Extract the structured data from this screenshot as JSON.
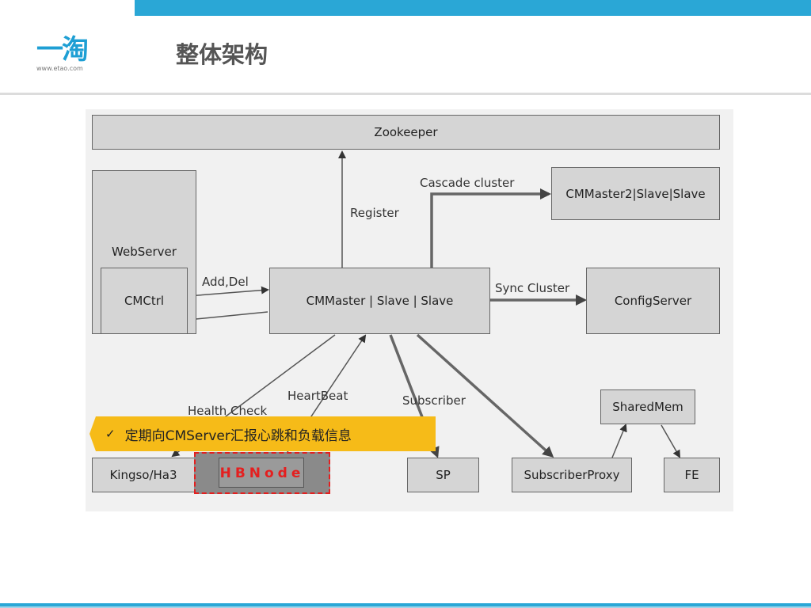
{
  "header": {
    "logo_text": "一淘",
    "logo_url": "www.etao.com",
    "title": "整体架构"
  },
  "diagram": {
    "nodes": {
      "zookeeper": "Zookeeper",
      "webserver": "WebServer",
      "cmctrl": "CMCtrl",
      "cmmaster": "CMMaster | Slave | Slave",
      "cmmaster2": "CMMaster2|Slave|Slave",
      "configserver": "ConfigServer",
      "sharedmem": "SharedMem",
      "kingso": "Kingso/Ha3",
      "sp": "SP",
      "subscriberproxy": "SubscriberProxy",
      "fe": "FE"
    },
    "edges": {
      "register": "Register",
      "cascade": "Cascade cluster",
      "add_del": "Add,Del",
      "sync": "Sync Cluster",
      "health": "Health Check",
      "heartbeat": "HeartBeat",
      "subscriber": "Subscriber"
    }
  },
  "callout": {
    "check": "✓",
    "text": "定期向CMServer汇报心跳和负载信息"
  },
  "highlight": {
    "label": "HBNode"
  },
  "colors": {
    "accent": "#2aa7d6",
    "callout": "#f6bb18",
    "highlight_border": "#e41f1f"
  }
}
